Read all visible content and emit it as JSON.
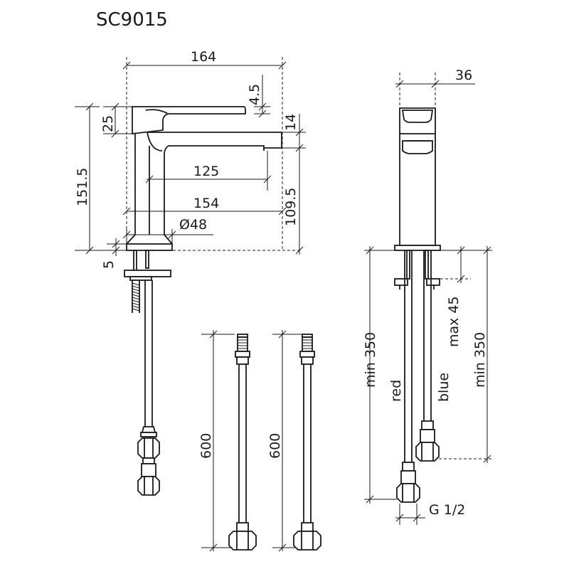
{
  "title": "SC9015",
  "dimensions": {
    "width_total": "164",
    "gap": "4.5",
    "lever_height": "25",
    "spout_height": "14",
    "total_height": "151.5",
    "spout_reach": "125",
    "under_spout": "109.5",
    "depth": "154",
    "base_diameter": "Ø48",
    "base_thickness": "5",
    "side_width": "36",
    "hose_left": "600",
    "hose_right": "600",
    "hose_min_a": "min 350",
    "hose_min_b": "min 350",
    "max_thickness": "max 45",
    "thread": "G 1/2"
  },
  "labels": {
    "red": "red",
    "blue": "blue"
  }
}
